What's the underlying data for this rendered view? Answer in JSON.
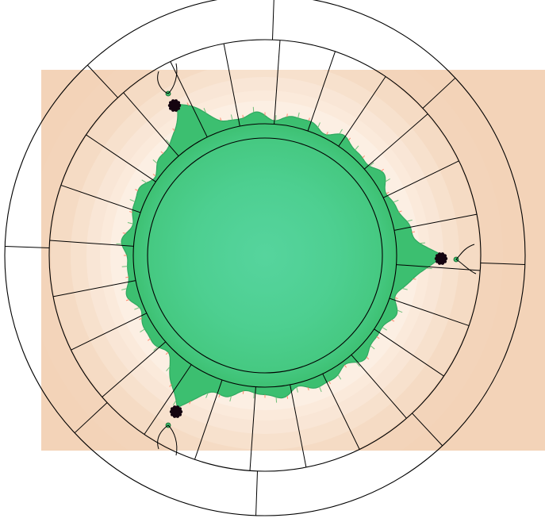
{
  "colors": {
    "background": "#ffffff",
    "exterior_outer": "#f3d3b8",
    "exterior_bands": [
      "#f3d4ba",
      "#f5dbc4",
      "#f7e1cd",
      "#f9e6d6",
      "#fbeadb",
      "#fcefe3"
    ],
    "interior": "#3cbf70",
    "interior_inner": "#4ccf8e",
    "interior_center": "#55d39b",
    "filament": "#ff8a70",
    "minibrot": "#140410",
    "marker": "#40c070",
    "lines": "#000000"
  },
  "icons": [
    "minibrot-top-left",
    "minibrot-right",
    "minibrot-bottom-left",
    "misiurewicz-marker"
  ]
}
